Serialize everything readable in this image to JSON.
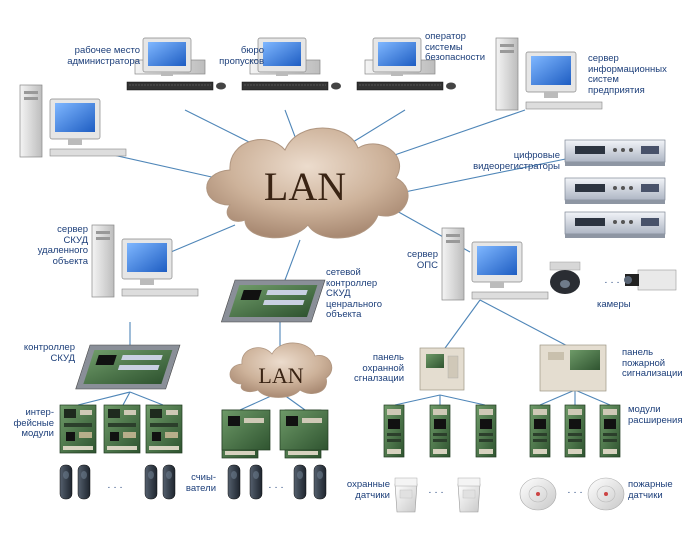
{
  "network": {
    "lan_main": "LAN",
    "lan_sub": "LAN",
    "dots": "· · ·"
  },
  "labels": {
    "admin_workstation": "рабочее место\nадминистратора",
    "badge_office": "бюро\nпропусков",
    "security_operator": "оператор\nсистемы\nбезопасности",
    "enterprise_server": "сервер\nинформационных\nсистем\nпредприятия",
    "dvr": "цифровые\nвидеорегистраторы",
    "cameras": "камеры",
    "remote_acs_server": "сервер\nСКУД\nудаленного\nобъекта",
    "network_controller": "сетевой\nконтроллер\nСКУД\nценрального\nобъекта",
    "fire_security_server": "сервер\nОПС",
    "acs_controller": "контроллер\nСКУД",
    "interface_modules": "интер-\nфейсные\nмодули",
    "readers": "счиы-\nватели",
    "security_panel": "панель\nохранной\nсгналзации",
    "fire_panel": "панель\nпожарной\nсигнализации",
    "expansion_modules": "модули\nрасширения",
    "security_sensors": "охранные\nдатчики",
    "fire_sensors": "пожарные\nдатчики"
  },
  "colors": {
    "label_text": "#1d3f7a",
    "link_line": "#4f86b8",
    "cloud_fill": "#c9ae96",
    "cloud_text": "#3a2414",
    "monitor_screen": "#2c6fd4",
    "board_green": "#4c7a4a",
    "panel_beige": "#e4ddd0",
    "dvr_body": "#dfe4ec"
  }
}
